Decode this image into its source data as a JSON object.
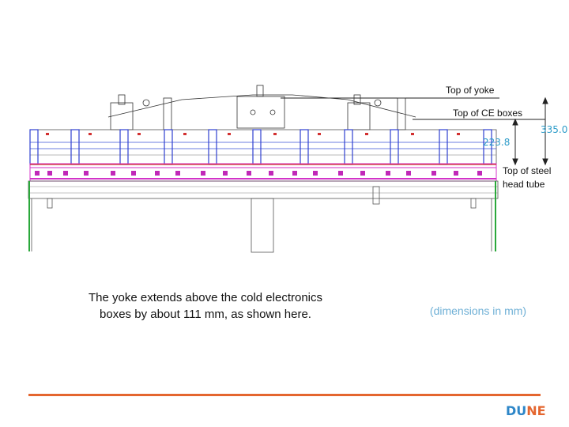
{
  "labels": {
    "top_of_yoke": "Top of yoke",
    "top_of_ce_boxes": "Top of CE boxes",
    "top_of_steel_line1": "Top of steel",
    "top_of_steel_line2": "head tube"
  },
  "dimensions": {
    "inner": "223.8",
    "outer": "335.0"
  },
  "caption": {
    "line1": "The yoke extends above the cold electronics",
    "line2": "boxes by about 111 mm, as shown here."
  },
  "units_note": "(dimensions in mm)",
  "logo": {
    "part1": "DU",
    "part2": "NE"
  },
  "colors": {
    "blue_frame": "#2f3fd0",
    "magenta": "#d633c8",
    "green": "#2aa83a",
    "red_marks": "#d23030",
    "dim_blue": "#2e9cc9",
    "accent_orange": "#e4662f"
  }
}
